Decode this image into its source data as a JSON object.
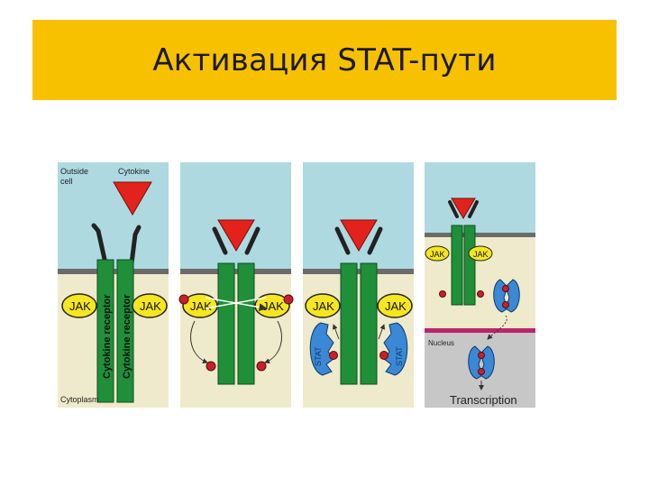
{
  "slide": {
    "title": "Активация STAT-пути"
  },
  "labels": {
    "outside_cell": [
      "Outside",
      "cell"
    ],
    "cytokine": "Cytokine",
    "cytoplasm": "Cytoplasm",
    "cytokine_receptor": "Cytokine receptor",
    "jak": "JAK",
    "stat": "STAT",
    "nucleus": "Nucleus",
    "transcription": "Transcription"
  },
  "colors": {
    "title_band": "#f8c100",
    "outside": "#aed9e0",
    "cytoplasm": "#efeacb",
    "membrane": "#6b6b6b",
    "receptor": "#1f8f3a",
    "cytokine": "#e3231b",
    "jak": "#f5e61f",
    "stat": "#3a88d6",
    "phosphate": "#c8202a",
    "nucleus": "#c7c7c7",
    "nuclear_envelope": "#b9246b"
  }
}
